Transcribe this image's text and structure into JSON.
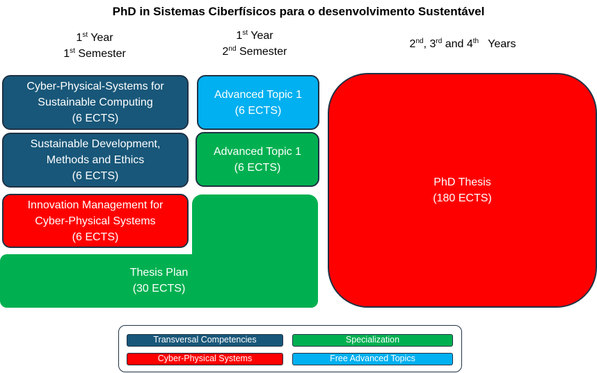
{
  "title": "PhD in Sistemas Ciberfísicos para o desenvolvimento Sustentável",
  "columns": [
    {
      "line1_num": "1",
      "line1_sup": "st",
      "line1_text": " Year",
      "line2_num": "1",
      "line2_sup": "st",
      "line2_text": " Semester"
    },
    {
      "line1_num": "1",
      "line1_sup": "st",
      "line1_text": " Year",
      "line2_num": "2",
      "line2_sup": "nd",
      "line2_text": " Semester"
    },
    {
      "parts": [
        {
          "num": "2",
          "sup": "nd"
        },
        {
          "text": ", 3"
        },
        {
          "sup": "rd"
        },
        {
          "text": " and 4"
        },
        {
          "sup": "th"
        },
        {
          "text": "   Years"
        }
      ]
    }
  ],
  "courses": {
    "cps_computing": {
      "line1": "Cyber-Physical-Systems for",
      "line2": "Sustainable Computing",
      "ects": "(6 ECTS)",
      "category": "Transversal Competencies"
    },
    "sustainable_dev": {
      "line1": "Sustainable Development,",
      "line2": "Methods and Ethics",
      "ects": "(6 ECTS)",
      "category": "Transversal Competencies"
    },
    "innovation_mgmt": {
      "line1": "Innovation Management for",
      "line2": "Cyber-Physical Systems",
      "ects": "(6 ECTS)",
      "category": "Cyber-Physical Systems"
    },
    "adv_topic_free": {
      "line1": "Advanced Topic 1",
      "ects": "(6 ECTS)",
      "category": "Free Advanced Topics"
    },
    "adv_topic_spec": {
      "line1": "Advanced Topic 1",
      "ects": "(6 ECTS)",
      "category": "Specialization"
    },
    "thesis_plan": {
      "line1": "Thesis Plan",
      "ects": "(30 ECTS)",
      "category": "Specialization"
    },
    "phd_thesis": {
      "line1": "PhD Thesis",
      "ects": "(180 ECTS)",
      "category": "Cyber-Physical Systems"
    }
  },
  "legend": [
    {
      "label": "Transversal Competencies",
      "color": "#185779"
    },
    {
      "label": "Specialization",
      "color": "#00b050"
    },
    {
      "label": "Cyber-Physical Systems",
      "color": "#ff0000"
    },
    {
      "label": "Free Advanced Topics",
      "color": "#00b0f0"
    }
  ]
}
